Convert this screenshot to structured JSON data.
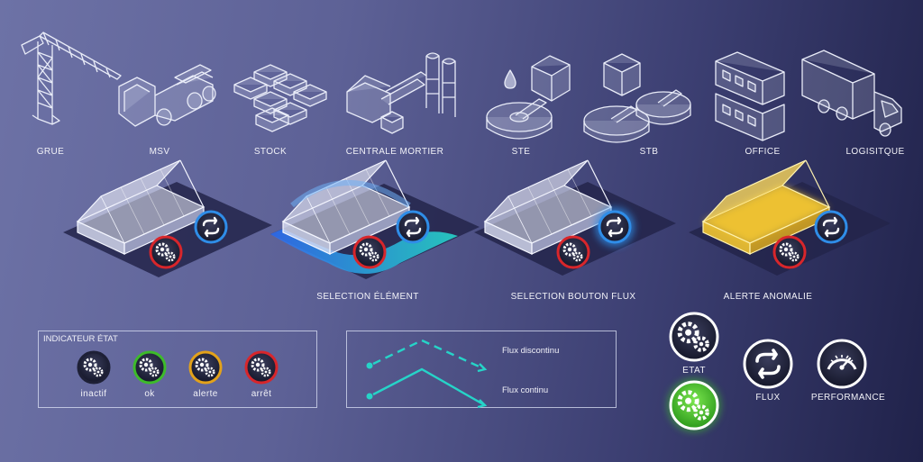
{
  "top_icons": [
    {
      "label": "GRUE",
      "icon": "crane-icon"
    },
    {
      "label": "MSV",
      "icon": "msv-vehicle-icon"
    },
    {
      "label": "STOCK",
      "icon": "stock-icon"
    },
    {
      "label": "CENTRALE MORTIER",
      "icon": "mortar-plant-icon"
    },
    {
      "label": "STE",
      "icon": "ste-icon"
    },
    {
      "label": "STB",
      "icon": "stb-icon"
    },
    {
      "label": "OFFICE",
      "icon": "office-icon"
    },
    {
      "label": "LOGISITQUE",
      "icon": "truck-icon"
    }
  ],
  "states": {
    "selection_element": "SELECTION ÉLÉMENT",
    "selection_bouton": "SELECTION BOUTON FLUX",
    "alerte": "ALERTE ANOMALIE"
  },
  "indicateur": {
    "title": "INDICATEUR ÉTAT",
    "items": [
      {
        "label": "inactif",
        "color": "#1e2036"
      },
      {
        "label": "ok",
        "color": "#3dbb2a"
      },
      {
        "label": "alerte",
        "color": "#e3a21a"
      },
      {
        "label": "arrêt",
        "color": "#d8262b"
      }
    ]
  },
  "legend": {
    "discontinu": "Flux discontinu",
    "continu": "Flux continu",
    "color": "#26d4c8"
  },
  "buttons": {
    "etat": "ETAT",
    "flux": "FLUX",
    "performance": "PERFORMANCE"
  },
  "colors": {
    "red": "#d8262b",
    "blue": "#2f8de8",
    "green": "#3dbb2a",
    "cyan": "#26d4c8",
    "yellow": "#f2c531"
  }
}
